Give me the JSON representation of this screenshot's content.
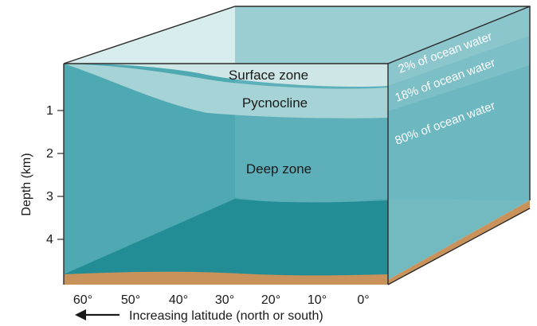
{
  "zones": {
    "surface": "Surface zone",
    "pycnocline": "Pycnocline",
    "deep": "Deep zone"
  },
  "percentages": {
    "surface": "2% of ocean water",
    "pycnocline": "18% of ocean water",
    "deep": "80% of ocean water"
  },
  "depth_axis": {
    "title": "Depth (km)",
    "ticks": [
      "1",
      "2",
      "3",
      "4"
    ]
  },
  "latitude_axis": {
    "title": "Increasing latitude (north or south)",
    "ticks": [
      "60°",
      "50°",
      "40°",
      "30°",
      "20°",
      "10°",
      "0°"
    ]
  },
  "colors": {
    "surface_light": "#cfe6e6",
    "pycnocline": "#a6d3d5",
    "deep": "#4fa9b2",
    "deep_dark": "#208c95",
    "side_face": "#6fb7bf",
    "sediment": "#c9925a",
    "edge": "#2b2b2b"
  }
}
